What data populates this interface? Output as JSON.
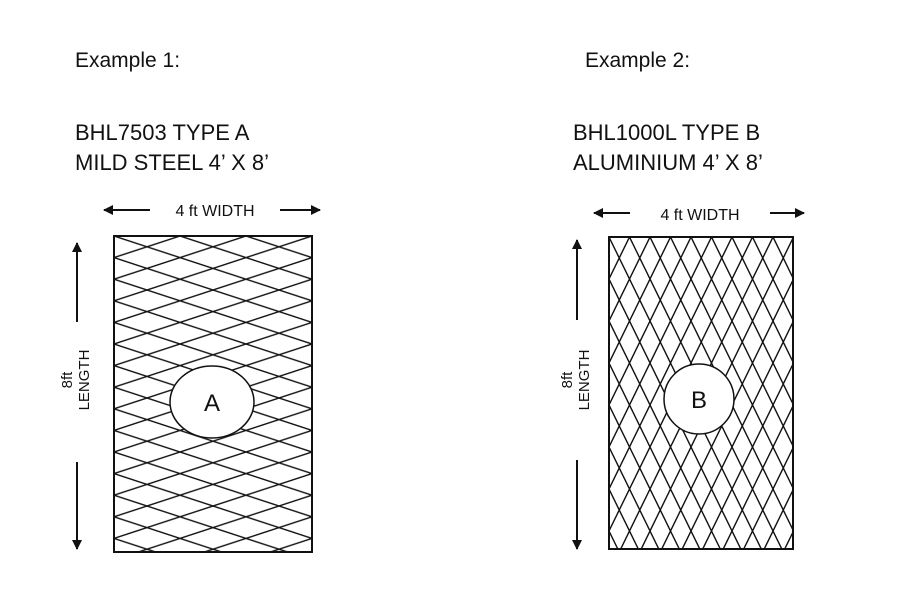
{
  "examples": [
    {
      "heading": "Example 1:",
      "product_line1": "BHL7503 TYPE A",
      "product_line2": "MILD STEEL 4’ X 8’",
      "width_label": "4 ft WIDTH",
      "length_label_1": "8ft",
      "length_label_2": "LENGTH",
      "badge": "A"
    },
    {
      "heading": "Example 2:",
      "product_line1": "BHL1000L TYPE B",
      "product_line2": "ALUMINIUM 4’ X 8’",
      "width_label": "4 ft WIDTH",
      "length_label_1": "8ft",
      "length_label_2": "LENGTH",
      "badge": "B"
    }
  ],
  "colors": {
    "ink": "#111111",
    "background": "#ffffff"
  }
}
